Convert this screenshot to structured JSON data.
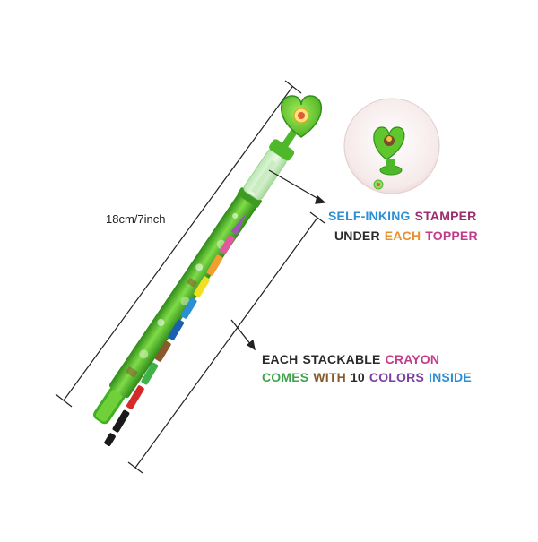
{
  "dimension_label": "18cm/7inch",
  "callout_stamper": {
    "line1": [
      {
        "text": "SELF-INKING",
        "color": "#2b8fd6"
      },
      {
        "text": "STAMPER",
        "color": "#9b2a6e"
      }
    ],
    "line2": [
      {
        "text": "UNDER",
        "color": "#2a2a2a"
      },
      {
        "text": "EACH",
        "color": "#e8912c"
      },
      {
        "text": "TOPPER",
        "color": "#c43a8a"
      }
    ]
  },
  "callout_crayon": {
    "line1": [
      {
        "text": "EACH",
        "color": "#2a2a2a"
      },
      {
        "text": "STACKABLE",
        "color": "#2a2a2a"
      },
      {
        "text": "CRAYON",
        "color": "#c43a8a"
      }
    ],
    "line2": [
      {
        "text": "COMES",
        "color": "#3fa34a"
      },
      {
        "text": "WITH",
        "color": "#8a5a2b"
      },
      {
        "text": "10",
        "color": "#2a2a2a"
      },
      {
        "text": "COLORS",
        "color": "#7a3fa0"
      },
      {
        "text": "INSIDE",
        "color": "#2b8fd6"
      }
    ]
  },
  "colors": {
    "pencil_green": "#5fc62e",
    "pencil_dark": "#2f8f1c",
    "crayon_segments": [
      "#9b59b6",
      "#e05aa0",
      "#f0a030",
      "#f0e020",
      "#3fb34a",
      "#2b8fd6",
      "#1a5fb0",
      "#8a5a2b",
      "#d42a2a",
      "#1a1a1a"
    ]
  }
}
